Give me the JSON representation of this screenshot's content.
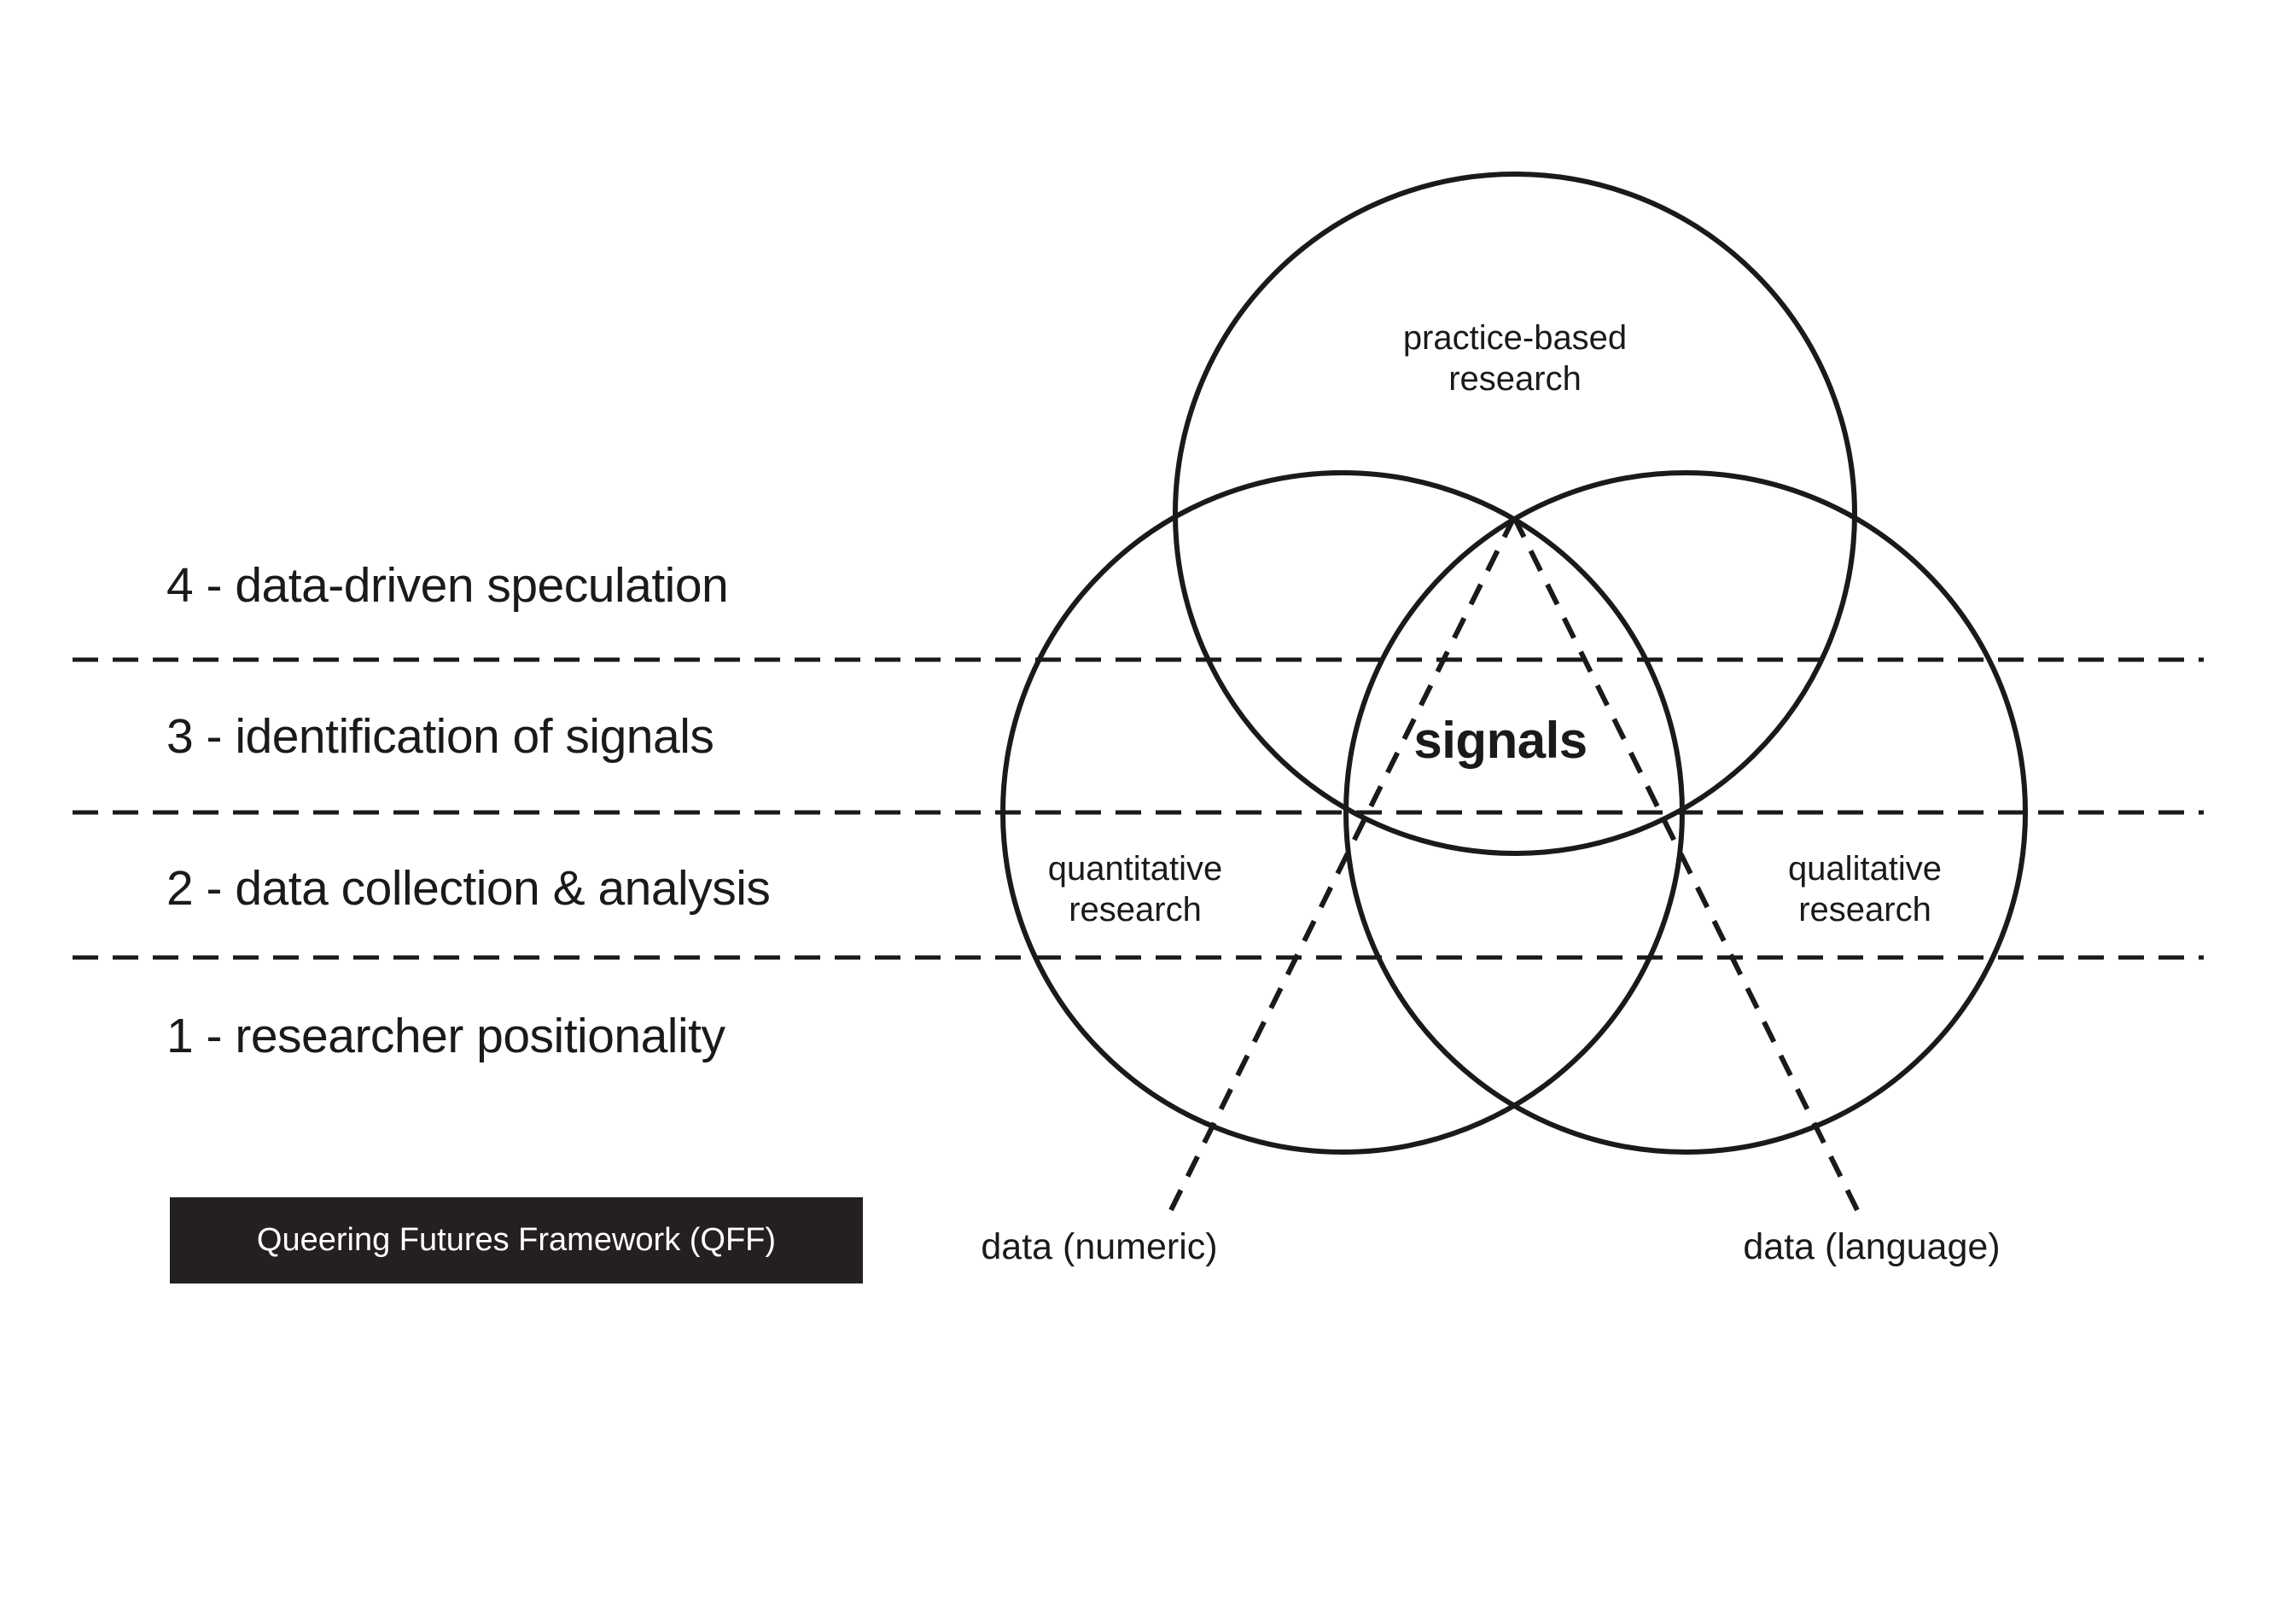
{
  "colors": {
    "ink": "#1a1a1a",
    "background": "#ffffff",
    "badge_background": "#241f21",
    "badge_text": "#ffffff"
  },
  "stages": {
    "items": [
      {
        "label": "4 - data-driven speculation"
      },
      {
        "label": "3 - identification of signals"
      },
      {
        "label": "2 - data collection & analysis"
      },
      {
        "label": "1 - researcher positionality"
      }
    ]
  },
  "badge": {
    "label": "Queering Futures Framework (QFF)"
  },
  "venn": {
    "practice": {
      "line1": "practice-based",
      "line2": "research"
    },
    "quantitative": {
      "line1": "quantitative",
      "line2": "research"
    },
    "qualitative": {
      "line1": "qualitative",
      "line2": "research"
    },
    "center": "signals"
  },
  "data_labels": {
    "numeric": "data (numeric)",
    "language": "data (language)"
  }
}
